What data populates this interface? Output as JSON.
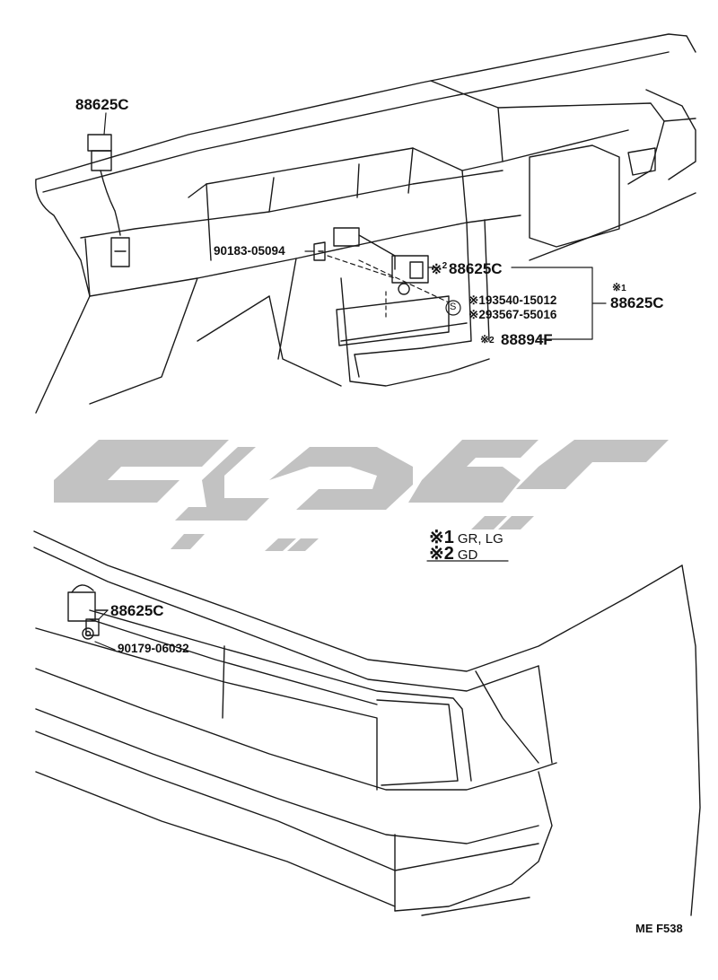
{
  "parts": {
    "top_connector": "88625C",
    "bolt": "90183-05094",
    "star2_item": "88625C",
    "star1_item": "88625C",
    "option_a": "193540-15012",
    "option_b": "293567-55016",
    "star2_bottom": "88894F",
    "lower_unit": "88625C",
    "lower_nut": "90179-06032"
  },
  "marks": {
    "star": "※",
    "s_circle": "S",
    "one": "1",
    "two": "2"
  },
  "legend": [
    {
      "mark": "※1",
      "value": "GR, LG"
    },
    {
      "mark": "※2",
      "value": "GD"
    }
  ],
  "footer_code": "ME F538"
}
